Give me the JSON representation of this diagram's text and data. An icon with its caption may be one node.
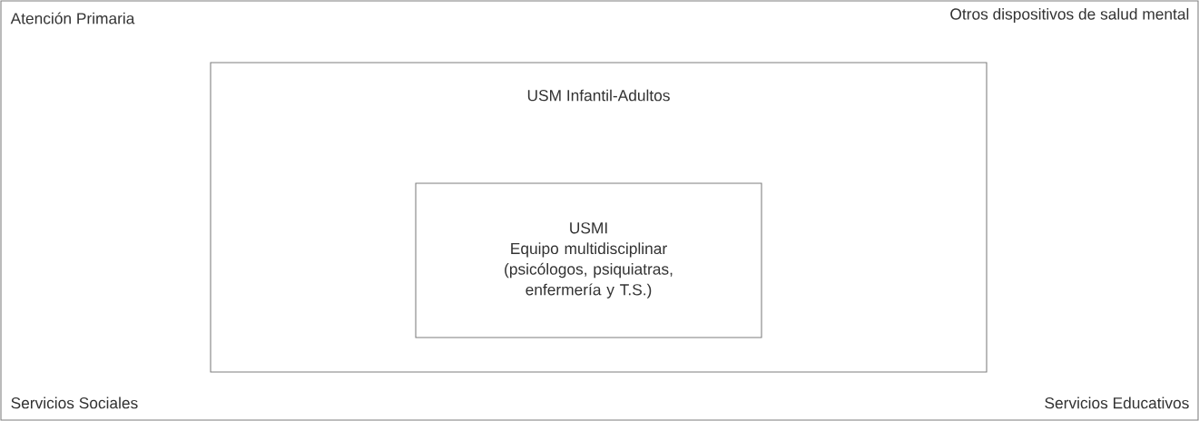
{
  "diagram": {
    "nodes": [
      {
        "text": [
          "Atención Primaria",
          "Otros dispositivos de salud mental",
          "Servicios Sociales",
          "Servicios Educativos"
        ]
      },
      {
        "text": [
          "USM Infantil-Adultos"
        ],
        "in": 0
      },
      {
        "text": [
          "USMI",
          "Equipo multidisciplinar (psicólogos, psiquiatras, enfermería y T.S.)"
        ],
        "in": 1
      }
    ]
  }
}
